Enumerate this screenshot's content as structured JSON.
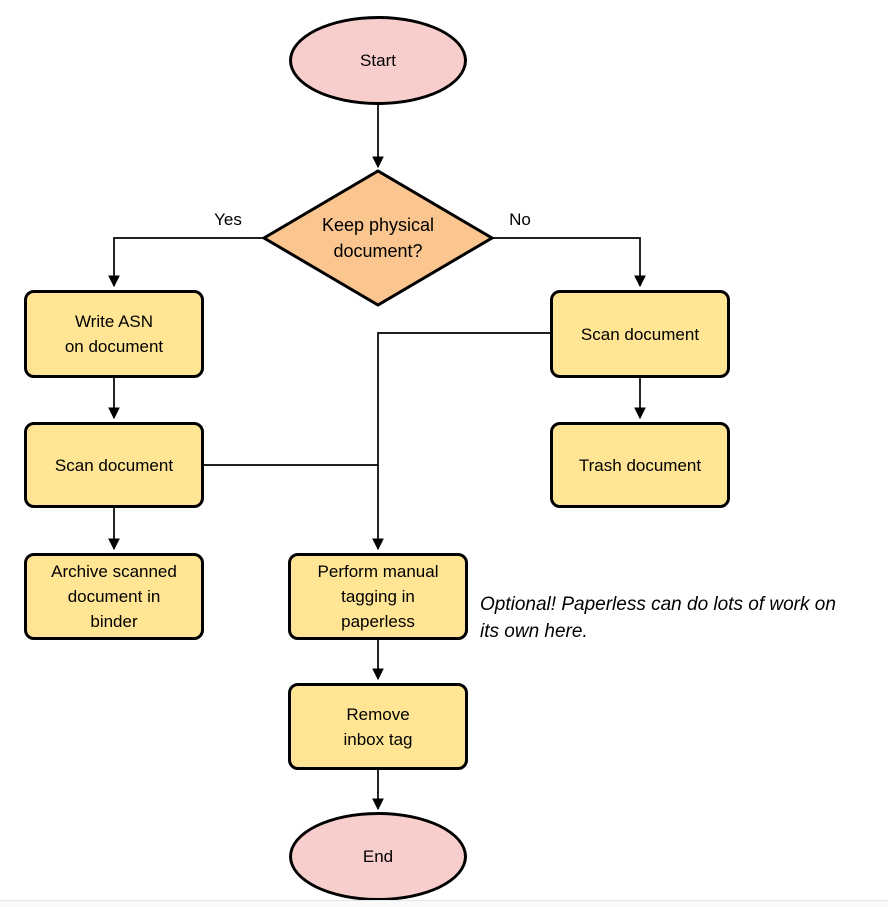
{
  "colors": {
    "terminal_fill": "#F8CECC",
    "decision_fill": "#FAC58F",
    "process_fill": "#FFE594",
    "stroke": "#000000"
  },
  "nodes": {
    "start": {
      "label": "Start"
    },
    "decision": {
      "label": [
        "Keep physical",
        "document?"
      ]
    },
    "write_asn": {
      "label": [
        "Write ASN",
        "on document"
      ]
    },
    "scan_left": {
      "label": "Scan document"
    },
    "archive": {
      "label": [
        "Archive scanned",
        "document in",
        "binder"
      ]
    },
    "scan_right": {
      "label": "Scan document"
    },
    "trash": {
      "label": "Trash document"
    },
    "tagging": {
      "label": [
        "Perform manual",
        "tagging in",
        "paperless"
      ]
    },
    "remove_inbox": {
      "label": [
        "Remove",
        "inbox tag"
      ]
    },
    "end": {
      "label": "End"
    }
  },
  "edge_labels": {
    "yes": "Yes",
    "no": "No"
  },
  "note": {
    "text": [
      "Optional! Paperless can do lots of work on",
      "its own here."
    ]
  }
}
